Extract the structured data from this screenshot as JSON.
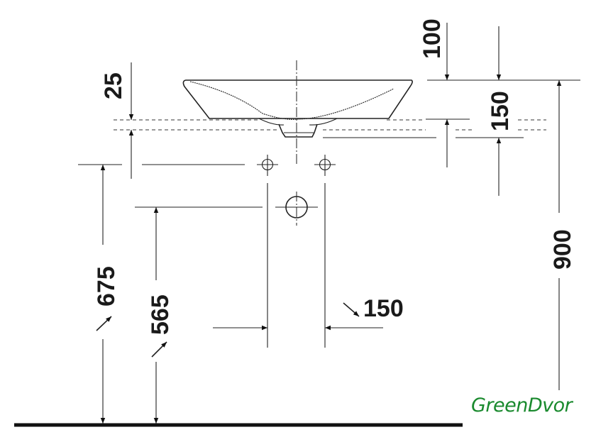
{
  "dimensions": {
    "overflow_height": "25",
    "top_offset": "100",
    "drain_offset": "150",
    "total_height": "900",
    "supply_height": "675",
    "waste_height": "565",
    "supply_spacing": "150"
  },
  "logo": {
    "part1": "Green",
    "part2": "Dvor",
    "color": "#1a8a2e"
  }
}
